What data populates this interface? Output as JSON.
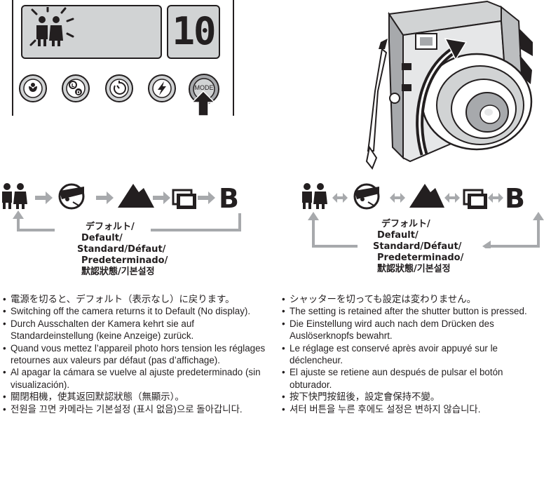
{
  "display": {
    "counter": "10"
  },
  "camera_buttons": [
    {
      "icon": "macro-icon"
    },
    {
      "icon": "landscape-icon"
    },
    {
      "icon": "self-timer-icon"
    },
    {
      "icon": "flash-icon"
    },
    {
      "label": "MODE"
    }
  ],
  "mode_sequence": [
    "party-mode-icon",
    "no-flash-mode-icon",
    "landscape-mode-icon",
    "double-exposure-icon",
    "bulb-mode-icon"
  ],
  "bulb_label": "B",
  "default_caption": [
    "デフォルト/",
    "Default/",
    "Standard/Défaut/",
    "Predeterminado/",
    "默認狀態/기본설정"
  ],
  "left_notes": [
    "電源を切ると、デフォルト（表示なし）に戻ります。",
    "Switching off the camera returns it to Default (No display).",
    "Durch Ausschalten der Kamera kehrt sie auf Standardeinstellung (keine Anzeige) zurück.",
    "Quand vous mettez l’appareil photo hors tension les réglages retournes aux valeurs par défaut (pas d’affichage).",
    "Al apagar la cámara se vuelve al ajuste predeterminado (sin visualización).",
    "關閉相機，使其返回默認狀態（無顯示）。",
    "전원을 끄면 카메라는 기본설정 (표시 없음)으로 돌아갑니다."
  ],
  "right_notes": [
    "シャッターを切っても設定は変わりません。",
    "The setting is retained after the shutter button is pressed.",
    "Die Einstellung wird auch nach dem Drücken des Auslöserknopfs bewahrt.",
    "Le réglage est conservé après avoir appuyé sur le déclencheur.",
    "El ajuste se retiene aun después de pulsar el botón obturador.",
    "按下快門按鈕後，設定會保持不變。",
    "셔터 버튼을 누른 후에도 설정은 변하지 않습니다."
  ]
}
